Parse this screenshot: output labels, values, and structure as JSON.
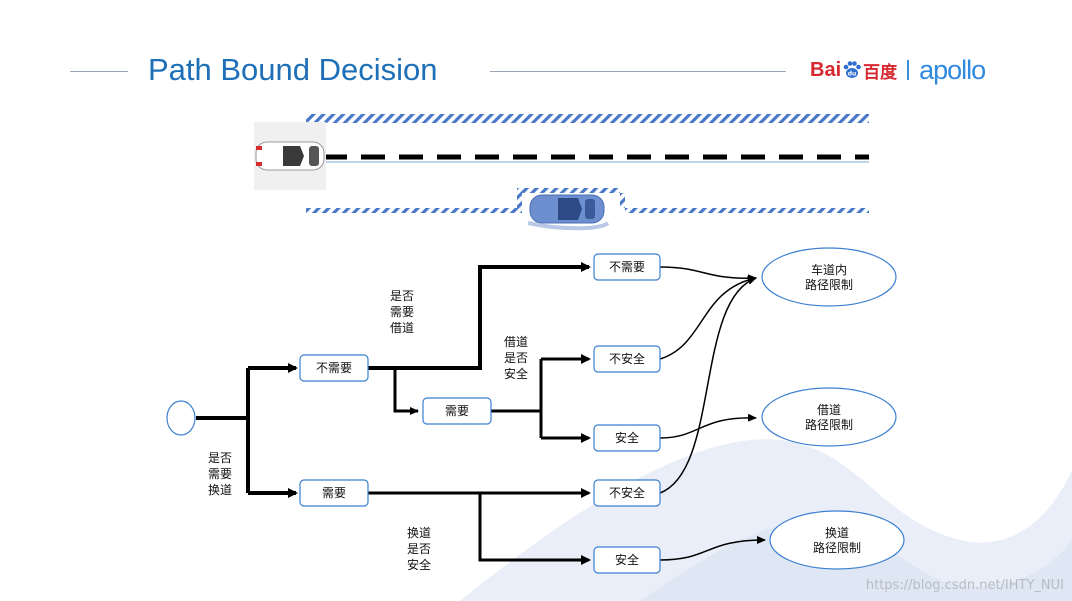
{
  "slide": {
    "title": "Path Bound Decision",
    "logo": {
      "brand_latin": "Bai",
      "brand_cn": "百度",
      "product": "apollo"
    },
    "watermark": "https://blog.csdn.net/IHTY_NUI"
  },
  "colors": {
    "title": "#1d6fb8",
    "accent_blue": "#2f8ae0",
    "brand_red": "#d7282f",
    "node_border": "#3b7fd1",
    "hatch": "#4a78c8"
  },
  "decision_tree": {
    "question_lane_change": [
      "是否",
      "需要",
      "换道"
    ],
    "question_borrow": [
      "是否",
      "需要",
      "借道"
    ],
    "question_borrow_safe": [
      "借道",
      "是否",
      "安全"
    ],
    "question_change_safe": [
      "换道",
      "是否",
      "安全"
    ],
    "node_no_lane_change": "不需要",
    "node_lane_change": "需要",
    "node_no_borrow": "不需要",
    "node_borrow": "需要",
    "node_borrow_unsafe": "不安全",
    "node_borrow_safe": "安全",
    "node_change_unsafe": "不安全",
    "node_change_safe": "安全",
    "result_in_lane": [
      "车道内",
      "路径限制"
    ],
    "result_borrow": [
      "借道",
      "路径限制"
    ],
    "result_change": [
      "换道",
      "路径限制"
    ]
  }
}
